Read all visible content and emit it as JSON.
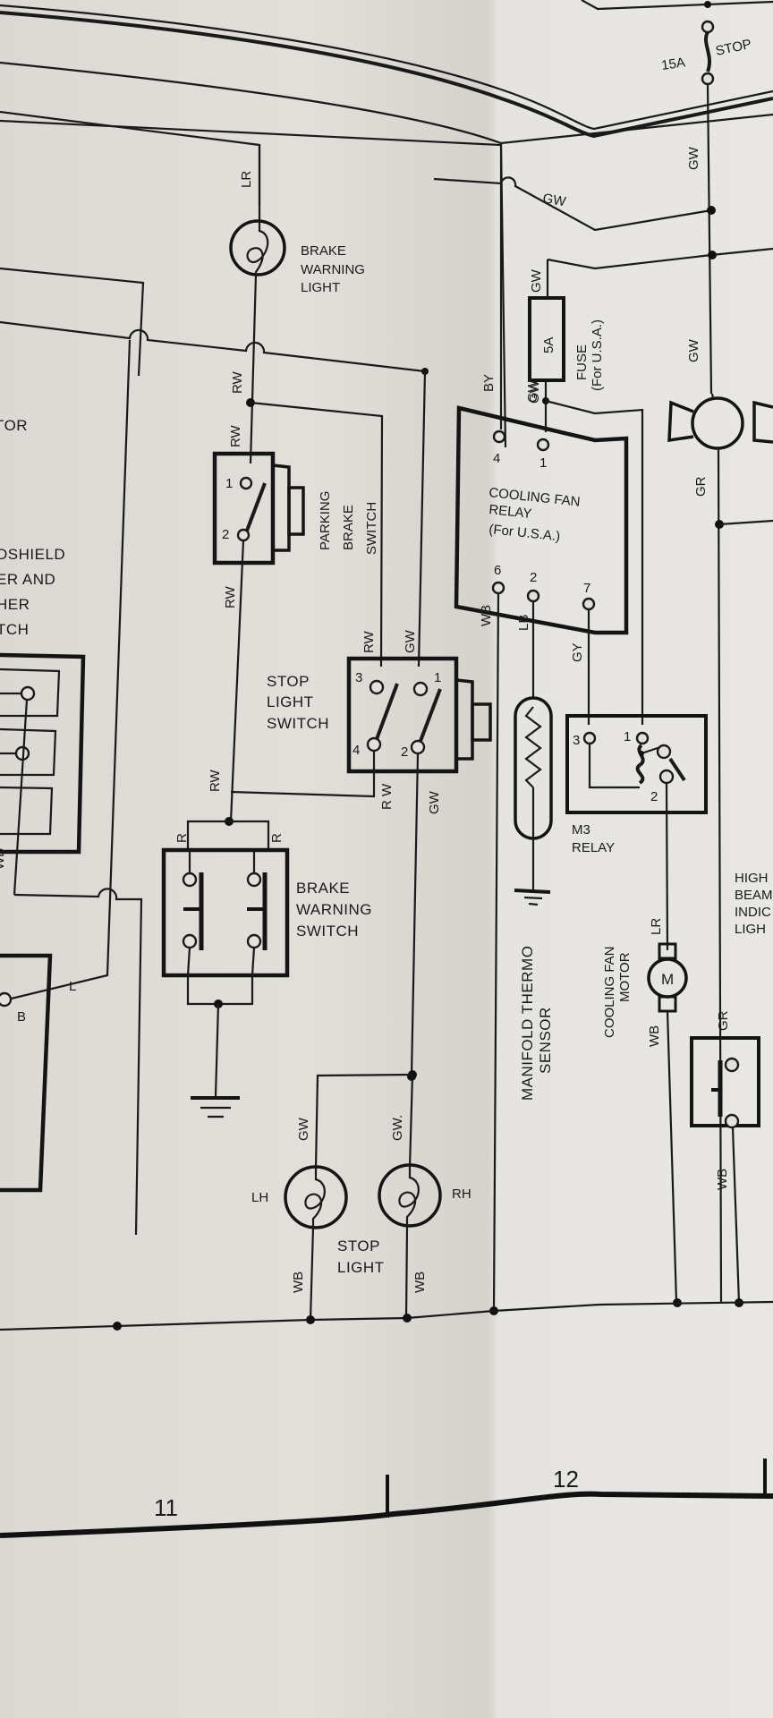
{
  "diagram": {
    "type": "wiring-diagram",
    "grid_markers": [
      "11",
      "12"
    ],
    "components": {
      "brake_warning_light": {
        "label": [
          "BRAKE",
          "WARNING",
          "LIGHT"
        ],
        "wire_top": "LR",
        "wire_bottom": "RW"
      },
      "parking_brake_switch": {
        "label": [
          "PARKING",
          "BRAKE",
          "SWITCH"
        ],
        "terminals": [
          "1",
          "2"
        ],
        "wire_top": "RW",
        "wire_bottom": "RW"
      },
      "stop_light_switch": {
        "label": [
          "STOP",
          "LIGHT",
          "SWITCH"
        ],
        "terminals": [
          "3",
          "1",
          "4",
          "2"
        ],
        "wire_3": "RW",
        "wire_1": "GW",
        "wire_4": "R W",
        "wire_2": "GW"
      },
      "brake_warning_switch": {
        "label": [
          "BRAKE",
          "WARNING",
          "SWITCH"
        ],
        "wire_left": "R",
        "wire_right": "R",
        "wire_top": "RW"
      },
      "stop_light": {
        "label": [
          "STOP",
          "LIGHT"
        ],
        "left": "LH",
        "right": "RH",
        "wire_lh_top": "GW",
        "wire_rh_top": "GW.",
        "wire_lh_bottom": "WB",
        "wire_rh_bottom": "WB"
      },
      "fuse_5a": {
        "rating": "5A",
        "label": [
          "FUSE",
          "(For U.S.A.)"
        ],
        "wire_top": "GW",
        "wire_bottom": "GW"
      },
      "fuse_15a": {
        "rating": "15A",
        "name": "STOP",
        "wire": "GW"
      },
      "cooling_fan_relay": {
        "label": [
          "COOLING FAN",
          "RELAY",
          "(For U.S.A.)"
        ],
        "terminals_top": [
          "4",
          "1"
        ],
        "terminals_bottom": [
          "6",
          "2",
          "7"
        ],
        "wire_4": "BY",
        "wire_1": "GW",
        "wire_6": "WB",
        "wire_2": "LB",
        "wire_7": "GY"
      },
      "manifold_thermo_sensor": {
        "label": [
          "MANIFOLD THERMO",
          "SENSOR"
        ]
      },
      "m3_relay": {
        "label": [
          "M3",
          "RELAY"
        ],
        "terminals": [
          "3",
          "1",
          "2"
        ]
      },
      "cooling_fan_motor": {
        "label": [
          "COOLING FAN",
          "MOTOR"
        ],
        "symbol": "M",
        "wire_top": "LR",
        "wire_bottom": "WB"
      },
      "horn": {
        "wire_top": "GW",
        "wire_bottom": "GR"
      },
      "high_beam_indicator_light": {
        "label": [
          "HIGH",
          "BEAM",
          "INDIC",
          "LIGH"
        ]
      },
      "horn_switch": {
        "wire_top": "GR",
        "wire_bottom": "WB"
      },
      "wiper_washer_switch": {
        "label": [
          "DSHIELD",
          "ER AND",
          "HER",
          "TCH"
        ],
        "wire": "WB"
      },
      "left_component": {
        "label": [
          "TOR"
        ],
        "terminals": [
          "B",
          "L"
        ]
      }
    },
    "wire_labels": {
      "top_gw": "GW"
    }
  }
}
